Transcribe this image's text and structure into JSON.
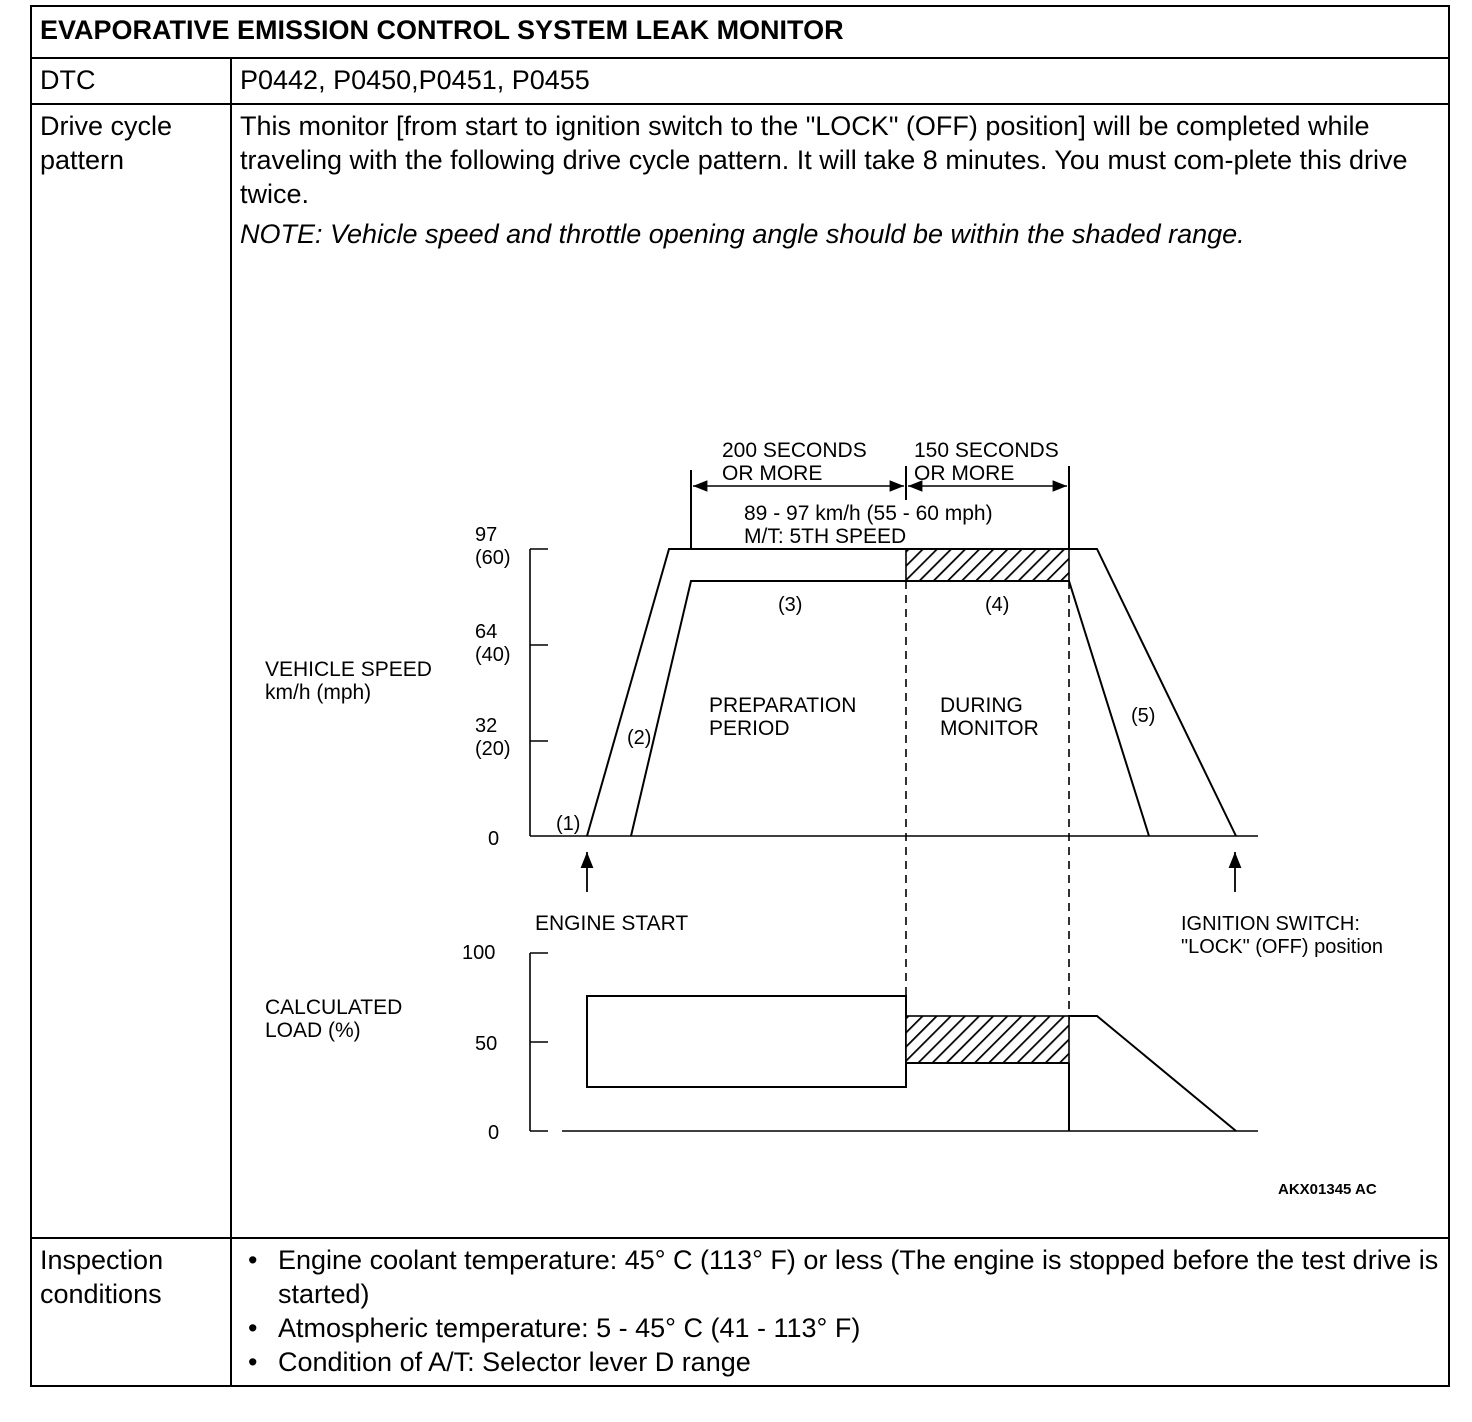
{
  "title": "EVAPORATIVE EMISSION CONTROL SYSTEM LEAK MONITOR",
  "rows": {
    "dtc": {
      "label": "DTC",
      "value": "P0442, P0450,P0451, P0455"
    },
    "drive": {
      "label_line1": "Drive cycle",
      "label_line2": "pattern",
      "text": "This monitor [from start to ignition switch to the \"LOCK\" (OFF) position] will be completed while traveling with the following drive cycle pattern. It will take 8 minutes. You must com-plete this drive twice.",
      "note": "NOTE: Vehicle speed and throttle opening angle should be within the shaded range."
    },
    "inspection": {
      "label_line1": "Inspection",
      "label_line2": "conditions",
      "items": [
        "Engine coolant temperature: 45° C (113° F) or less (The engine is stopped before the test drive is started)",
        "Atmospheric temperature: 5 - 45° C (41 - 113° F)",
        "Condition of A/T: Selector lever D range"
      ]
    }
  },
  "diagram": {
    "dur1_l1": "200 SECONDS",
    "dur1_l2": "OR MORE",
    "dur2_l1": "150 SECONDS",
    "dur2_l2": "OR MORE",
    "speed_range": "89 - 97 km/h (55 - 60 mph)",
    "gear": "M/T: 5TH SPEED",
    "speed_label_l1": "VEHICLE SPEED",
    "speed_label_l2": "km/h (mph)",
    "speed_ticks": [
      {
        "kmh": "97",
        "mph": "(60)"
      },
      {
        "kmh": "64",
        "mph": "(40)"
      },
      {
        "kmh": "32",
        "mph": "(20)"
      },
      {
        "kmh": "0",
        "mph": ""
      }
    ],
    "step1": "(1)",
    "step2": "(2)",
    "step3": "(3)",
    "step4": "(4)",
    "step5": "(5)",
    "prep_l1": "PREPARATION",
    "prep_l2": "PERIOD",
    "during_l1": "DURING",
    "during_l2": "MONITOR",
    "engine_start": "ENGINE START",
    "ign_l1": "IGNITION SWITCH:",
    "ign_l2": "\"LOCK\" (OFF) position",
    "load_label_l1": "CALCULATED",
    "load_label_l2": "LOAD (%)",
    "load_ticks": [
      "100",
      "50",
      "0"
    ],
    "code": "AKX01345 AC"
  }
}
